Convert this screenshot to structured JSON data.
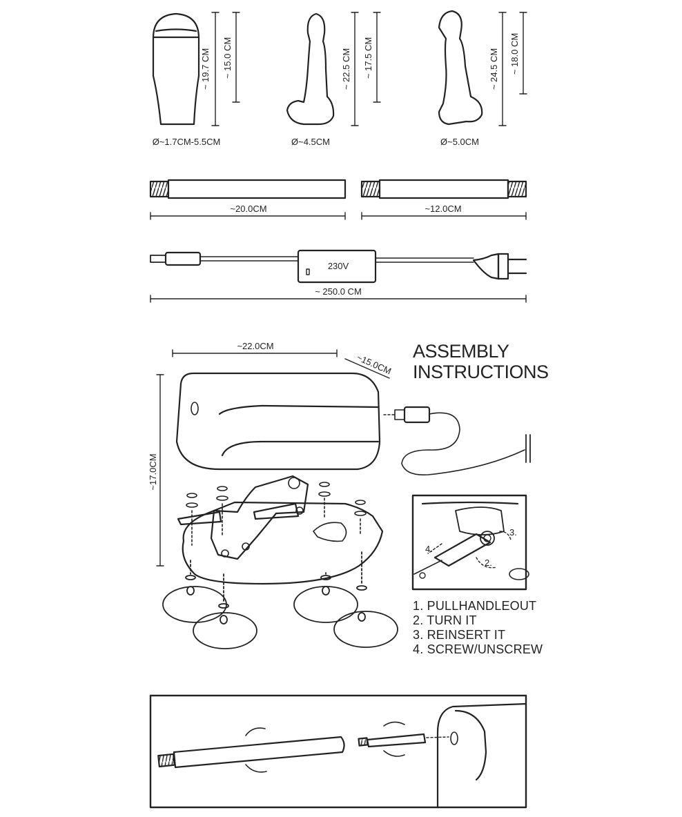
{
  "accessories": {
    "sleeve": {
      "length": "~ 19.7 CM",
      "insertable": "~ 15.0 CM",
      "diameter": "Ø~1.7CM-5.5CM"
    },
    "dildo_small": {
      "length": "~ 22.5 CM",
      "insertable": "~ 17.5 CM",
      "diameter": "Ø~4.5CM"
    },
    "dildo_large": {
      "length": "~ 24.5 CM",
      "insertable": "~ 18.0 CM",
      "diameter": "Ø~5.0CM"
    }
  },
  "rods": {
    "long": "~20.0CM",
    "short": "~12.0CM"
  },
  "power": {
    "voltage": "230V",
    "cable_length": "~ 250.0 CM"
  },
  "machine": {
    "width": "~22.0CM",
    "depth": "~15.0CM",
    "height": "~17.0CM"
  },
  "assembly": {
    "title_line1": "ASSEMBLY",
    "title_line2": "INSTRUCTIONS",
    "steps": [
      "1. PULLHANDLEOUT",
      "2. TURN IT",
      "3. REINSERT IT",
      "4. SCREW/UNSCREW"
    ],
    "inset_labels": [
      "4.",
      "2.",
      "3."
    ]
  }
}
